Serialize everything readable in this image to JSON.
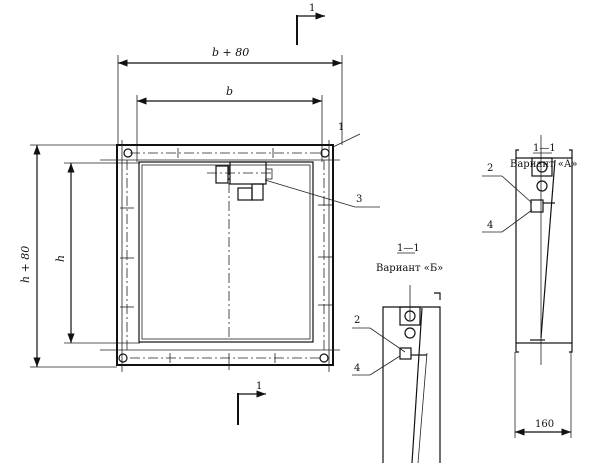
{
  "drawing": {
    "section_mark": "1",
    "dim_outer_width": "b + 80",
    "dim_inner_width": "b",
    "dim_outer_height": "h + 80",
    "dim_inner_height": "h",
    "callouts": [
      "1",
      "2",
      "3",
      "4"
    ],
    "section_b": {
      "title": "1—1",
      "variant": "Вариант «Б»",
      "label_2": "2",
      "label_4": "4"
    },
    "section_a": {
      "title": "1—1",
      "variant": "Вариант «А»",
      "label_2": "2",
      "label_4": "4",
      "dim_depth": "160"
    }
  }
}
